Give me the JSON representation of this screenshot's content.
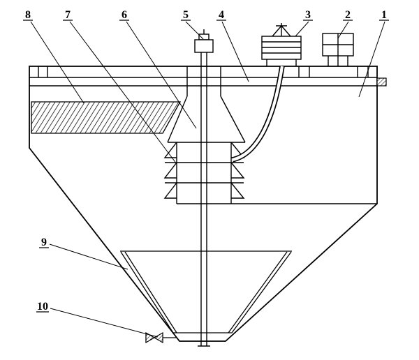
{
  "figure": {
    "background_color": "#ffffff",
    "line_color": "#000000",
    "callouts": {
      "c1": "1",
      "c2": "2",
      "c3": "3",
      "c4": "4",
      "c5": "5",
      "c6": "6",
      "c7": "7",
      "c8": "8",
      "c9": "9",
      "c10": "10"
    }
  }
}
